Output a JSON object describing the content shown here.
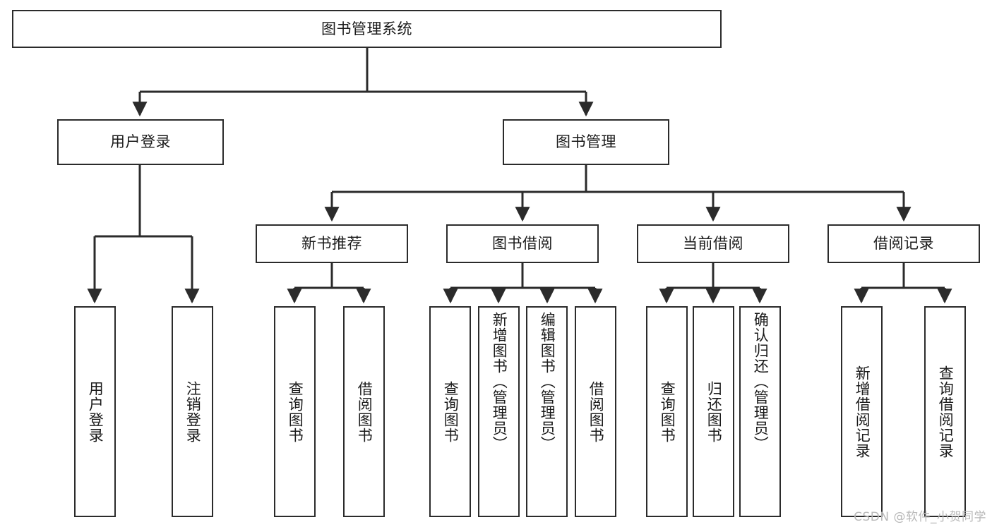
{
  "diagram": {
    "title": "图书管理系统",
    "type": "tree-hierarchy",
    "line_color": "#2b2b2b",
    "box_fill": "#ffffff",
    "text_color": "#1a1a1a",
    "watermark": "CSDN @软件_小贺同学"
  },
  "root": {
    "label": "图书管理系统"
  },
  "level2": [
    {
      "label": "用户登录"
    },
    {
      "label": "图书管理"
    }
  ],
  "level3": [
    {
      "label": "新书推荐"
    },
    {
      "label": "图书借阅"
    },
    {
      "label": "当前借阅"
    },
    {
      "label": "借阅记录"
    }
  ],
  "leaves": {
    "user_login": [
      {
        "label": "用户登录"
      },
      {
        "label": "注销登录"
      }
    ],
    "new_book_recommend": [
      {
        "label": "查询图书"
      },
      {
        "label": "借阅图书"
      }
    ],
    "book_borrow": [
      {
        "label": "查询图书"
      },
      {
        "label": "新增图书（管理员）"
      },
      {
        "label": "编辑图书（管理员）"
      },
      {
        "label": "借阅图书"
      }
    ],
    "current_borrow": [
      {
        "label": "查询图书"
      },
      {
        "label": "归还图书"
      },
      {
        "label": "确认归还（管理员）"
      }
    ],
    "borrow_record": [
      {
        "label": "新增借阅记录"
      },
      {
        "label": "查询借阅记录"
      }
    ]
  }
}
